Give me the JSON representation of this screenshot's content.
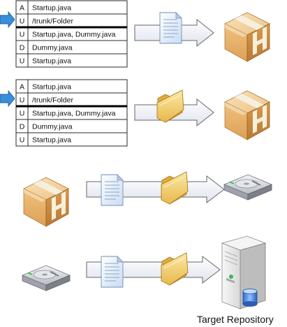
{
  "log_tables": [
    {
      "rows": [
        {
          "action": "A",
          "path": "Startup.java"
        },
        {
          "action": "U",
          "path": "/trunk/Folder"
        },
        {
          "action": "U",
          "path": "Startup.java, Dummy.java"
        },
        {
          "action": "D",
          "path": "Dummy.java"
        },
        {
          "action": "U",
          "path": "Startup.java"
        }
      ],
      "current_row": 1
    },
    {
      "rows": [
        {
          "action": "A",
          "path": "Startup.java"
        },
        {
          "action": "U",
          "path": "/trunk/Folder"
        },
        {
          "action": "U",
          "path": "Startup.java, Dummy.java"
        },
        {
          "action": "D",
          "path": "Dummy.java"
        },
        {
          "action": "U",
          "path": "Startup.java"
        }
      ],
      "current_row": 1
    }
  ],
  "steps": [
    {
      "source": "log-table-1",
      "items": [
        "document-icon"
      ],
      "target": "package-box-icon"
    },
    {
      "source": "log-table-2",
      "items": [
        "folder-icon"
      ],
      "target": "package-box-icon"
    },
    {
      "source": "package-box-icon",
      "items": [
        "document-icon",
        "folder-icon"
      ],
      "target": "hard-drive-icon"
    },
    {
      "source": "hard-drive-icon",
      "items": [
        "document-icon",
        "folder-icon"
      ],
      "target": "server-icon"
    }
  ],
  "labels": {
    "target_repository": "Target Repository"
  },
  "colors": {
    "pointer_arrow": "#3a8fd8",
    "flow_arrow_fill": "#eef0f6",
    "flow_arrow_stroke": "#6a6a6a",
    "table_border": "#2a2a2a",
    "box_light": "#f3d6a4",
    "box_mid": "#e6b06a",
    "box_dark": "#c8843a",
    "folder": "#f2d27a",
    "document": "#dfeaf7",
    "drive": "#c9ccd2",
    "server": "#e9e9e9"
  }
}
